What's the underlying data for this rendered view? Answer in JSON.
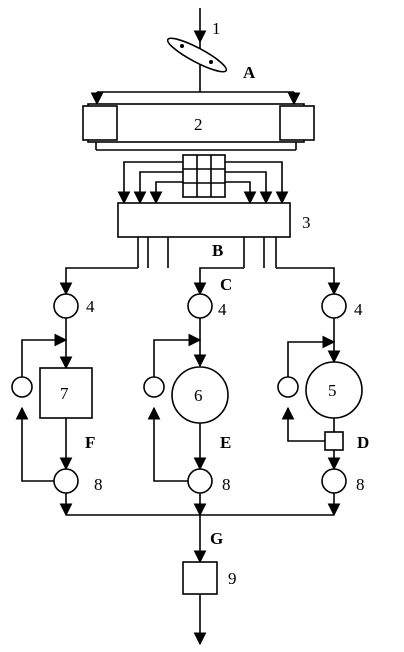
{
  "labels": {
    "n1": "1",
    "n2": "2",
    "n3": "3",
    "n4a": "4",
    "n4b": "4",
    "n4c": "4",
    "n5": "5",
    "n6": "6",
    "n7": "7",
    "n8a": "8",
    "n8b": "8",
    "n8c": "8",
    "n9": "9",
    "A": "A",
    "B": "B",
    "C": "C",
    "D": "D",
    "E": "E",
    "F": "F",
    "G": "G"
  }
}
